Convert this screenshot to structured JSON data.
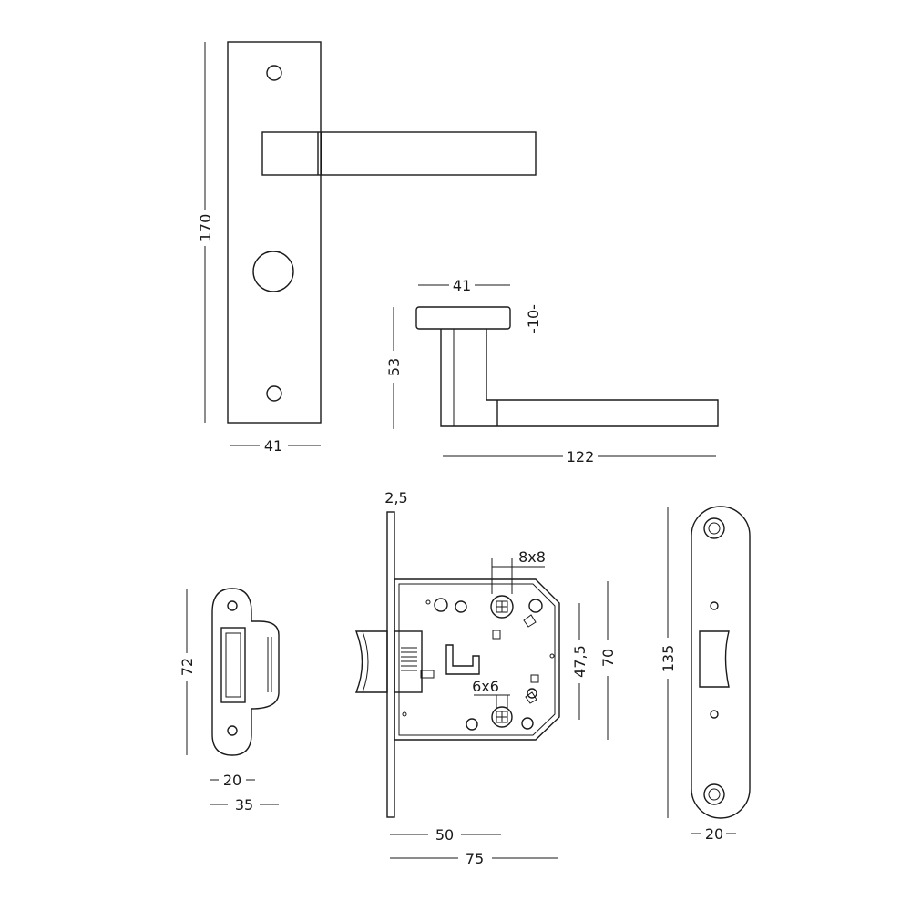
{
  "drawing": {
    "plate": {
      "height_label": "170",
      "width_label": "41"
    },
    "handle_side": {
      "rose_width_label": "41",
      "rose_thickness_label": "-10-",
      "height_label": "53",
      "length_label": "122"
    },
    "strike_plate": {
      "height_label": "72",
      "inner_width_label": "20",
      "outer_width_label": "35"
    },
    "lock_body": {
      "faceplate_thickness_label": "2,5",
      "spindle_label": "8x8",
      "cylinder_label": "6x6",
      "center_distance_label": "47,5",
      "body_height_label": "70",
      "backset_label": "50",
      "depth_label": "75"
    },
    "faceplate": {
      "height_label": "135",
      "width_label": "20"
    }
  }
}
